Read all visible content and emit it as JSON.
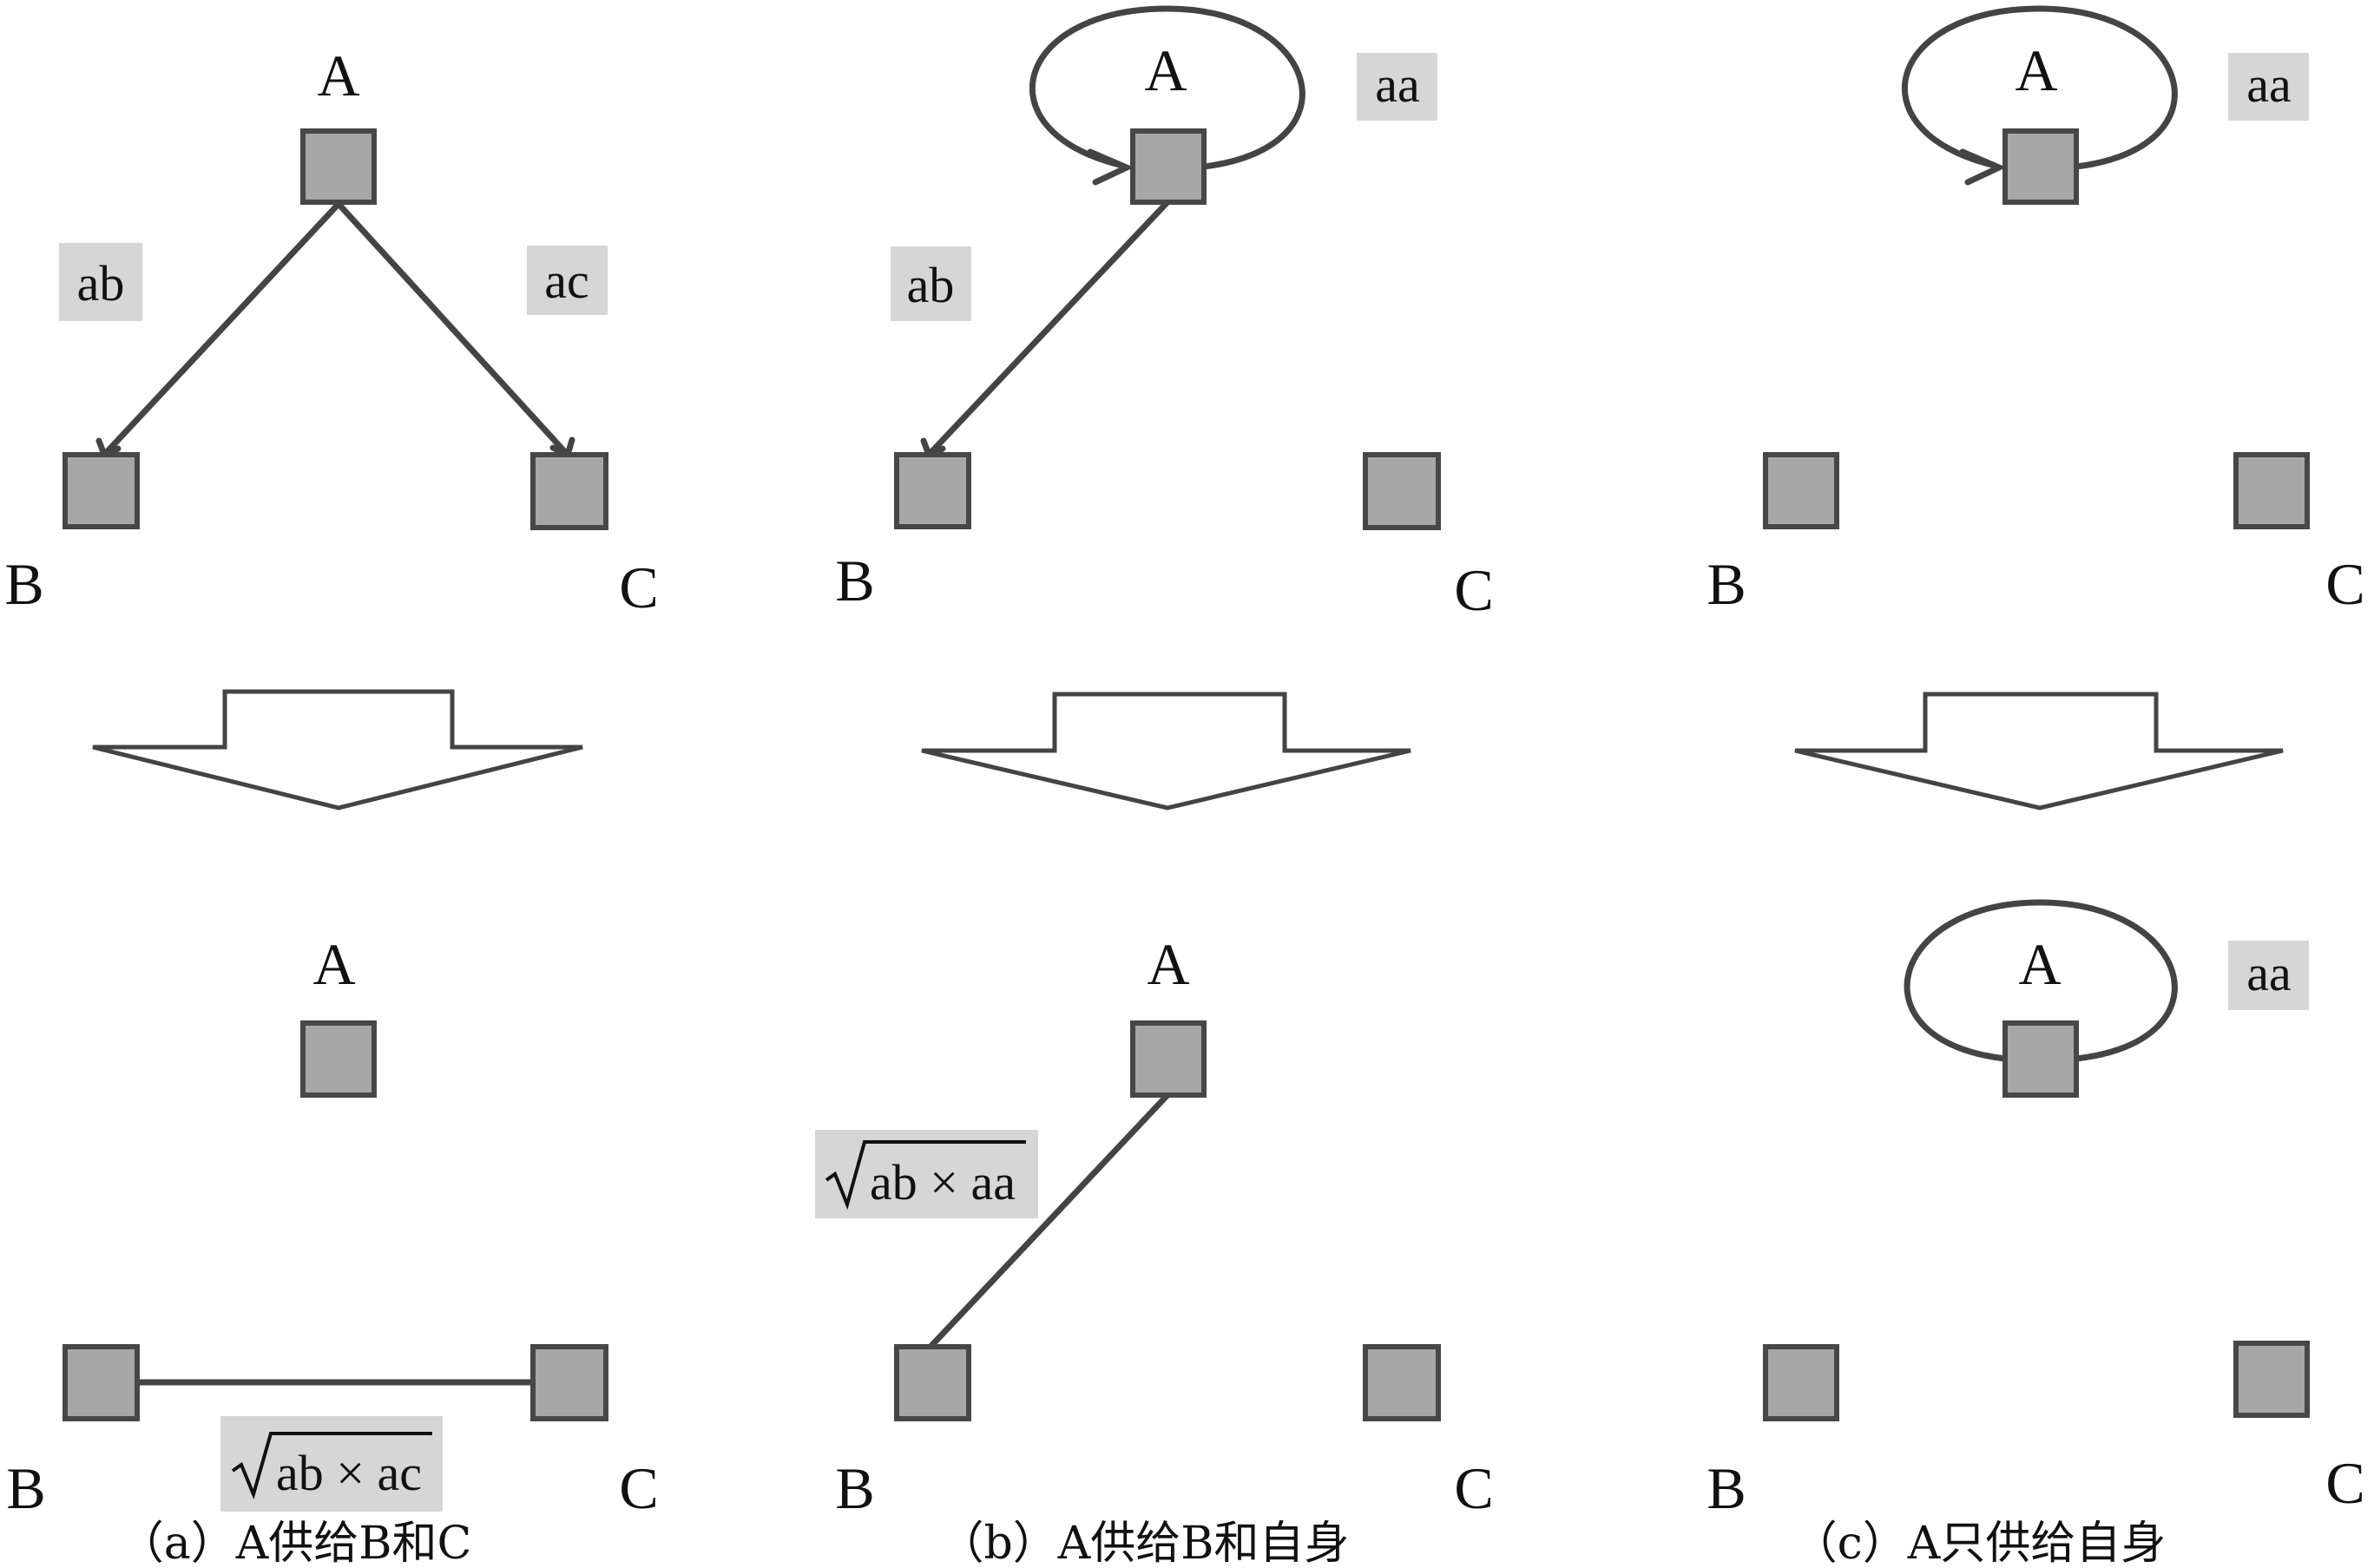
{
  "node_labels": {
    "a": "A",
    "b": "B",
    "c": "C"
  },
  "edge_labels": {
    "ab": "ab",
    "ac": "ac",
    "aa": "aa",
    "ab_x_ac": "ab × ac",
    "ab_x_aa": "ab × aa"
  },
  "captions": {
    "a": "（a）A供给B和C",
    "b": "（b）A供给B和自身",
    "c": "（c）A只供给自身"
  },
  "colors": {
    "node_fill": "#a7a7a7",
    "node_stroke": "#474747",
    "edge": "#444444",
    "label_background": "#d6d6d6"
  }
}
